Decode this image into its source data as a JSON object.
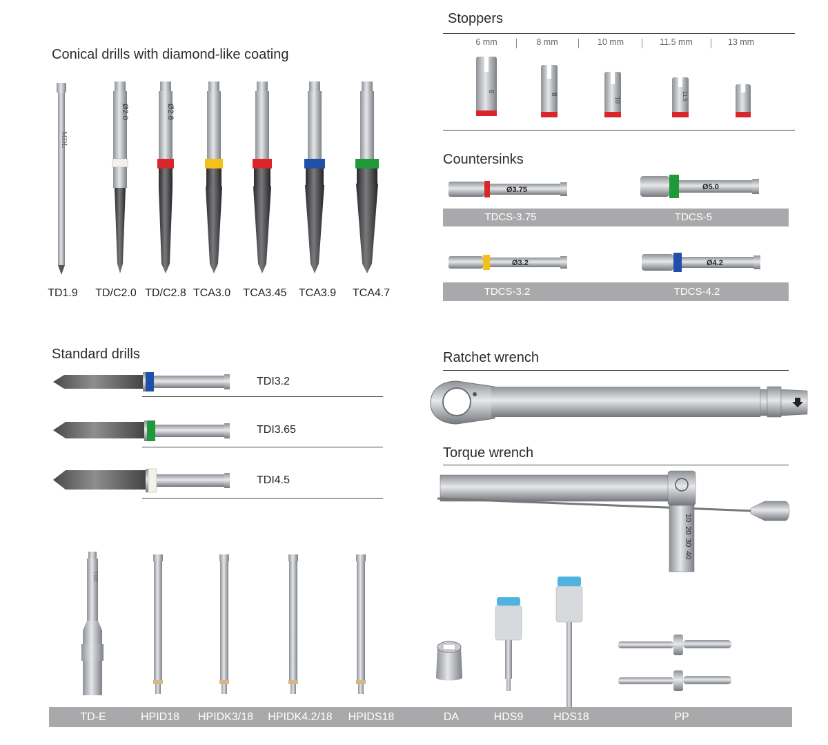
{
  "conical": {
    "title": "Conical drills with diamond-like coating",
    "drills": [
      {
        "label": "TD1.9",
        "ring": "none",
        "color": ""
      },
      {
        "label": "TD/C2.0",
        "ring": "white",
        "color": "#f2f2ea"
      },
      {
        "label": "TD/C2.8",
        "ring": "red",
        "color": "#d8262b"
      },
      {
        "label": "TCA3.0",
        "ring": "yellow",
        "color": "#f2c21b"
      },
      {
        "label": "TCA3.45",
        "ring": "red",
        "color": "#d8262b"
      },
      {
        "label": "TCA3.9",
        "ring": "blue",
        "color": "#1f4fa8"
      },
      {
        "label": "TCA4.7",
        "ring": "green",
        "color": "#1f9a3a"
      }
    ],
    "engravings": [
      "MDL",
      "Ø2.0",
      "Ø2.8"
    ]
  },
  "stoppers": {
    "title": "Stoppers",
    "sizes": [
      "6 mm",
      "8 mm",
      "10 mm",
      "11.5 mm",
      "13 mm"
    ],
    "engravings": [
      "6",
      "8",
      "10",
      "11.5"
    ],
    "band_color": "#d8262b"
  },
  "countersinks": {
    "title": "Countersinks",
    "items": [
      {
        "label": "TDCS-3.75",
        "engraving": "Ø3.75",
        "color": "#d8262b"
      },
      {
        "label": "TDCS-5",
        "engraving": "Ø5.0",
        "color": "#1f9a3a"
      },
      {
        "label": "TDCS-3.2",
        "engraving": "Ø3.2",
        "color": "#f2c21b"
      },
      {
        "label": "TDCS-4.2",
        "engraving": "Ø4.2",
        "color": "#1f4fa8"
      }
    ]
  },
  "standard": {
    "title": "Standard drills",
    "drills": [
      {
        "label": "TDI3.2",
        "color": "#1f4fa8"
      },
      {
        "label": "TDI3.65",
        "color": "#1f9a3a"
      },
      {
        "label": "TDI4.5",
        "color": "#f2f2ea"
      }
    ]
  },
  "ratchet": {
    "title": "Ratchet wrench"
  },
  "torque": {
    "title": "Torque wrench",
    "scale": [
      "10",
      "20",
      "30",
      "40"
    ]
  },
  "bottom": {
    "labels": [
      "TD-E",
      "HPID18",
      "HPIDK3/18",
      "HPIDK4.2/18",
      "HPIDS18",
      "DA",
      "HDS9",
      "HDS18",
      "PP"
    ],
    "engraving": "TDE"
  },
  "colors": {
    "bar": "#a9a9ab",
    "steel": "#b9bcc0",
    "dark_coating": "#3b3b3d",
    "hex_blue": "#4fb3e0"
  }
}
